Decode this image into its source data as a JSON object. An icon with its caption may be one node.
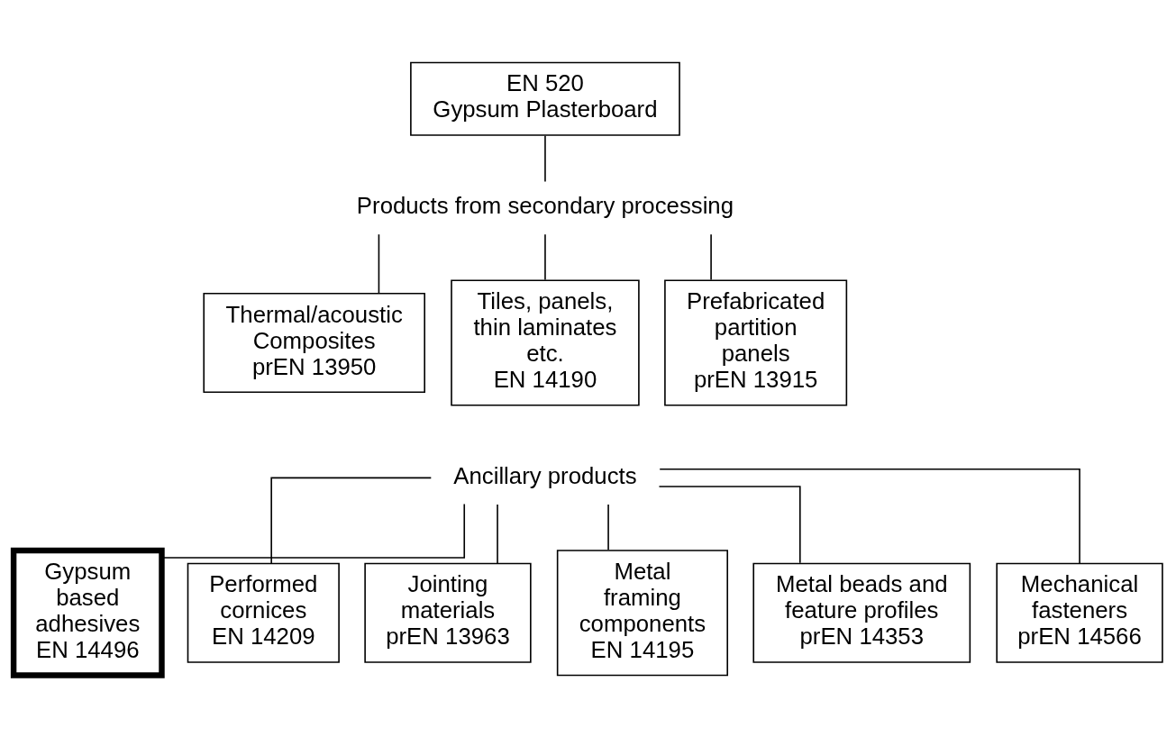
{
  "diagram": {
    "nodes": [
      {
        "text": [
          "EN 520",
          "Gypsum Plasterboard"
        ]
      },
      {
        "text": [
          "Products from secondary processing"
        ]
      },
      {
        "text": [
          "Thermal/acoustic Composites",
          "prEN 13950"
        ]
      },
      {
        "text": [
          "Tiles, panels, thin laminates etc.",
          "EN 14190"
        ]
      },
      {
        "text": [
          "Prefabricated partition panels",
          "prEN 13915"
        ]
      },
      {
        "text": [
          "Ancillary products"
        ]
      },
      {
        "text": [
          "Gypsum based adhesives",
          "EN 14496"
        ]
      },
      {
        "text": [
          "Performed cornices",
          "EN 14209"
        ]
      },
      {
        "text": [
          "Jointing materials",
          "prEN 13963"
        ]
      },
      {
        "text": [
          "Metal framing components",
          "EN 14195"
        ]
      },
      {
        "text": [
          "Metal beads and feature profiles",
          "prEN 14353"
        ]
      },
      {
        "text": [
          "Mechanical fasteners",
          "prEN 14566"
        ]
      }
    ],
    "edges": [
      {
        "from": 0,
        "to": 1,
        "arrow": "none"
      },
      {
        "from": 1,
        "to": 2,
        "arrow": "none"
      },
      {
        "from": 1,
        "to": 3,
        "arrow": "none"
      },
      {
        "from": 1,
        "to": 4,
        "arrow": "none"
      },
      {
        "from": 5,
        "to": 6,
        "arrow": "none"
      },
      {
        "from": 5,
        "to": 7,
        "arrow": "none"
      },
      {
        "from": 5,
        "to": 8,
        "arrow": "none"
      },
      {
        "from": 5,
        "to": 9,
        "arrow": "none"
      },
      {
        "from": 5,
        "to": 10,
        "arrow": "none"
      },
      {
        "from": 5,
        "to": 11,
        "arrow": "none"
      }
    ]
  }
}
